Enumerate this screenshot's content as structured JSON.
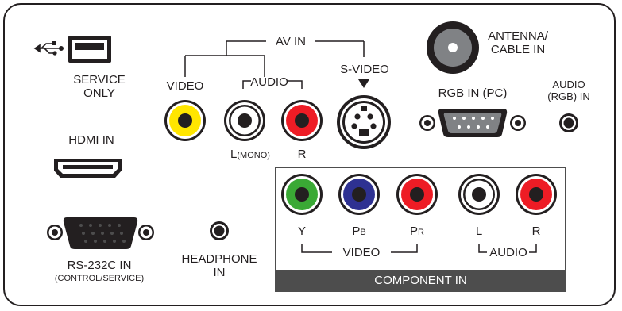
{
  "panel": {
    "service_usb": {
      "line1": "SERVICE",
      "line2": "ONLY",
      "icon": "usb-icon"
    },
    "hdmi": {
      "label": "HDMI IN"
    },
    "rs232": {
      "label": "RS-232C IN",
      "sublabel": "(CONTROL/SERVICE)"
    },
    "headphone": {
      "line1": "HEADPHONE",
      "line2": "IN"
    },
    "av_in": {
      "label": "AV IN",
      "video_label": "VIDEO",
      "audio_label": "AUDIO",
      "svideo_label": "S-VIDEO",
      "left_label": "L",
      "mono_label": "(MONO)",
      "right_label": "R"
    },
    "antenna": {
      "line1": "ANTENNA/",
      "line2": "CABLE IN"
    },
    "rgb_pc": {
      "label": "RGB IN (PC)"
    },
    "audio_rgb": {
      "line1": "AUDIO",
      "line2": "(RGB) IN"
    },
    "component": {
      "title": "COMPONENT IN",
      "y_label": "Y",
      "pb_main": "P",
      "pb_sub": "B",
      "pr_main": "P",
      "pr_sub": "R",
      "l_label": "L",
      "r_label": "R",
      "video_label": "VIDEO",
      "audio_label": "AUDIO"
    }
  },
  "colors": {
    "frame": "#231f20",
    "component_bar": "#4d4d4d",
    "jack_yellow": "#ffe600",
    "jack_red": "#ee1c25",
    "jack_green": "#3aa935",
    "jack_blue": "#2e3192",
    "jack_white": "#ffffff"
  }
}
